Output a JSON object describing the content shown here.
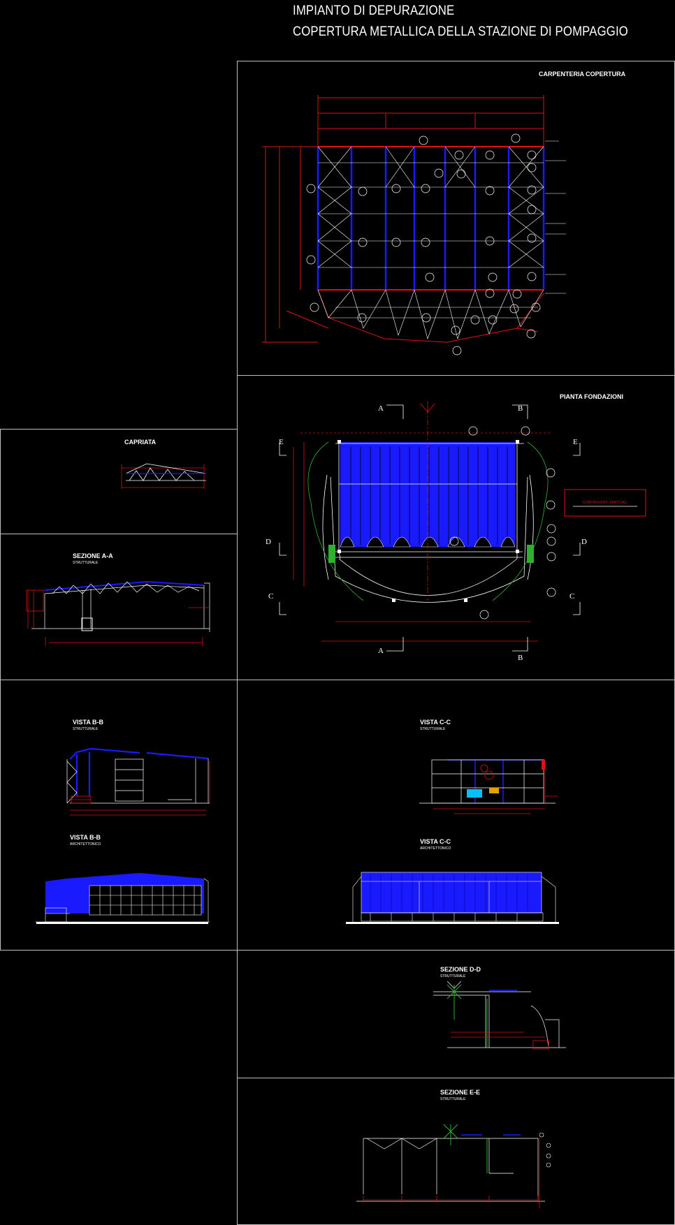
{
  "header": {
    "line1": "IMPIANTO DI DEPURAZIONE",
    "line2": "COPERTURA METALLICA DELLA STAZIONE DI POMPAGGIO"
  },
  "panels": {
    "roof": {
      "label": "CARPENTERIA COPERTURA"
    },
    "foundation": {
      "label": "PIANTA FONDAZIONI",
      "legend": "CONTROVENTI VERTICALI"
    },
    "truss": {
      "label": "CAPRIATA"
    },
    "section_aa": {
      "label": "SEZIONE A-A",
      "sub": "STRUTTURALE"
    },
    "vista_bb_s": {
      "label": "VISTA B-B",
      "sub": "STRUTTURALE"
    },
    "vista_cc_s": {
      "label": "VISTA C-C",
      "sub": "STRUTTURALE"
    },
    "vista_bb_a": {
      "label": "VISTA B-B",
      "sub": "ARCHITETTONICO"
    },
    "vista_cc_a": {
      "label": "VISTA C-C",
      "sub": "ARCHITETTONICO"
    },
    "section_dd": {
      "label": "SEZIONE D-D",
      "sub": "STRUTTURALE"
    },
    "section_ee": {
      "label": "SEZIONE E-E",
      "sub": "STRUTTURALE"
    }
  },
  "section_marks": {
    "a": "A",
    "b": "B",
    "c": "C",
    "d": "D",
    "e": "E"
  },
  "colors": {
    "background": "#000000",
    "frame": "#bfbfbf",
    "blue": "#1a1aff",
    "red": "#e01010",
    "green": "#2fb12f",
    "white": "#ffffff"
  }
}
